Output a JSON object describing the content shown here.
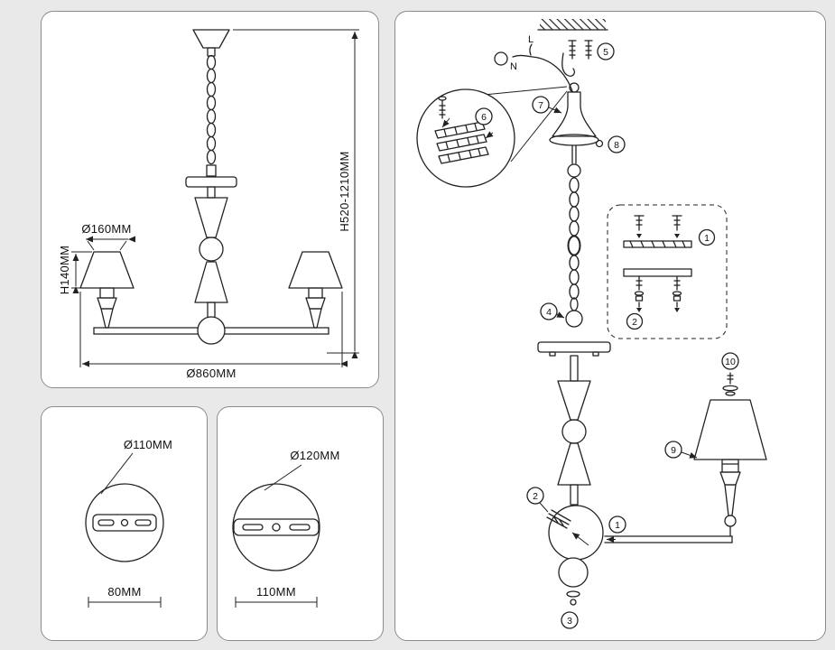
{
  "colors": {
    "background": "#e9e9e9",
    "panel": "#ffffff",
    "line": "#222222",
    "border": "#8c8c8c"
  },
  "chandelier": {
    "shade_diameter": "Ø160MM",
    "shade_height": "H140MM",
    "hanging_height": "H520-1210MM",
    "fixture_diameter": "Ø860MM"
  },
  "bracket_small": {
    "diameter": "Ø110MM",
    "width": "80MM"
  },
  "bracket_large": {
    "diameter": "Ø120MM",
    "width": "110MM"
  },
  "assembly": {
    "wire_live": "L",
    "wire_neutral": "N",
    "callout_1": "1",
    "callout_2": "2",
    "callout_3": "3",
    "callout_4": "4",
    "callout_5": "5",
    "callout_6": "6",
    "callout_7": "7",
    "callout_8": "8",
    "callout_9": "9",
    "callout_10": "10"
  }
}
